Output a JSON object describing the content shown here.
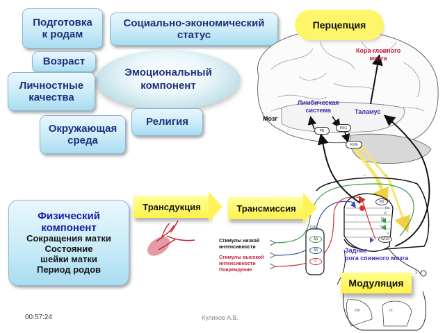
{
  "emotional": {
    "center": [
      "Эмоциональный",
      "компонент"
    ],
    "factors": {
      "preparation": [
        "Подготовка",
        "к родам"
      ],
      "socio": [
        "Социально-экономический",
        "статус"
      ],
      "age": "Возраст",
      "personality": [
        "Личностные",
        "качества"
      ],
      "religion": "Религия",
      "environment": [
        "Окружающая",
        "среда"
      ]
    }
  },
  "physical": {
    "title": [
      "Физический",
      "компонент"
    ],
    "items": [
      "Сокращения матки",
      "Состояние",
      "шейки матки",
      "Период родов"
    ]
  },
  "stages": {
    "perception": "Перцепция",
    "transduction": "Трансдукция",
    "transmission": "Трансмиссия",
    "modulation": "Модуляция"
  },
  "brain": {
    "cortex": [
      "Кора гловного",
      "мозга"
    ],
    "limbic": [
      "Лимбическая",
      "система"
    ],
    "thalamus": "Таламус",
    "brain_label": "Мозг",
    "nuclei": [
      "PB",
      "PAG",
      "RVM"
    ],
    "plus_minus": [
      "+/-",
      "+/-"
    ]
  },
  "spinal": {
    "drg": "DRG",
    "fibers": [
      "Aβ",
      "Aδ",
      "C"
    ],
    "laminae": [
      "I",
      "IIo",
      "IIi",
      "III",
      "IV",
      "V",
      "X",
      "VIII",
      "IX"
    ],
    "cells": [
      "NS",
      "WDR"
    ],
    "dorsal_horn": [
      "Задние",
      "рога спинного мозга"
    ]
  },
  "stimuli": {
    "low": [
      "Стимулы низкой",
      "интенсивности"
    ],
    "high": [
      "Стимулы высокой",
      "интенсивности",
      "Повреждение"
    ]
  },
  "footer": {
    "time": "00:57:24",
    "author": "Куликов А.В."
  },
  "colors": {
    "box_text": "#1f2f7a",
    "physical_title": "#1a1aa8",
    "red_label": "#c0203a",
    "blue_label": "#3b2bb0",
    "yellow": "#fff35a",
    "green_fiber": "#3a9a4a",
    "blue_fiber": "#3050a0",
    "red_fiber": "#d03030"
  }
}
